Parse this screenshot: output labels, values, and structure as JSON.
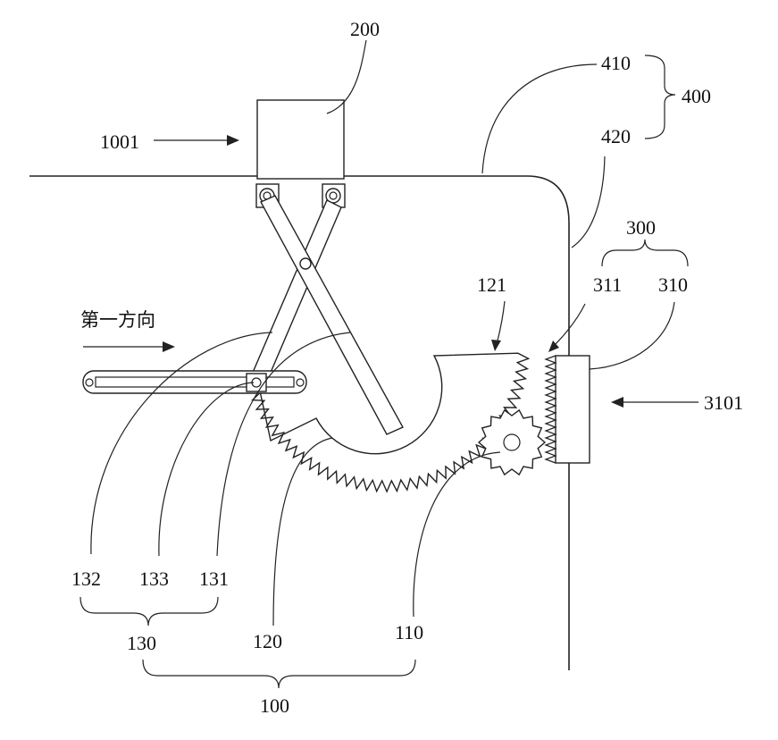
{
  "labels": {
    "l200": "200",
    "l1001": "1001",
    "l410": "410",
    "l400": "400",
    "l420": "420",
    "l300": "300",
    "l311": "311",
    "l310": "310",
    "l121": "121",
    "l3101": "3101",
    "l132": "132",
    "l133": "133",
    "l131": "131",
    "l130": "130",
    "l120": "120",
    "l110": "110",
    "l100": "100",
    "first_direction": "第一方向"
  }
}
